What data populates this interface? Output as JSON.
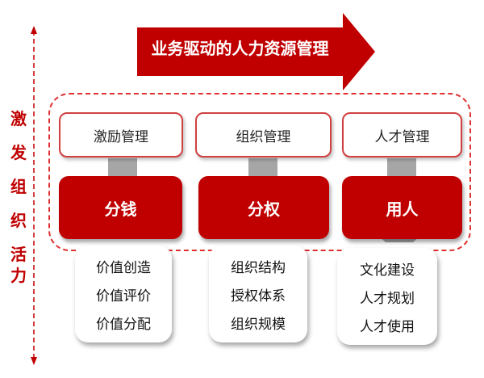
{
  "title": "业务驱动的人力资源管理",
  "side_label": [
    "激",
    "发",
    "组",
    "织",
    "活",
    "力"
  ],
  "columns": [
    {
      "management": "激励管理",
      "core": "分钱",
      "items": [
        "价值创造",
        "价值评价",
        "价值分配"
      ]
    },
    {
      "management": "组织管理",
      "core": "分权",
      "items": [
        "组织结构",
        "授权体系",
        "组织规模"
      ]
    },
    {
      "management": "人才管理",
      "core": "用人",
      "items": [
        "文化建设",
        "人才规划",
        "人才使用"
      ]
    }
  ],
  "colors": {
    "accent": "#c00000",
    "arrow_gray": "#a6a6a6"
  }
}
